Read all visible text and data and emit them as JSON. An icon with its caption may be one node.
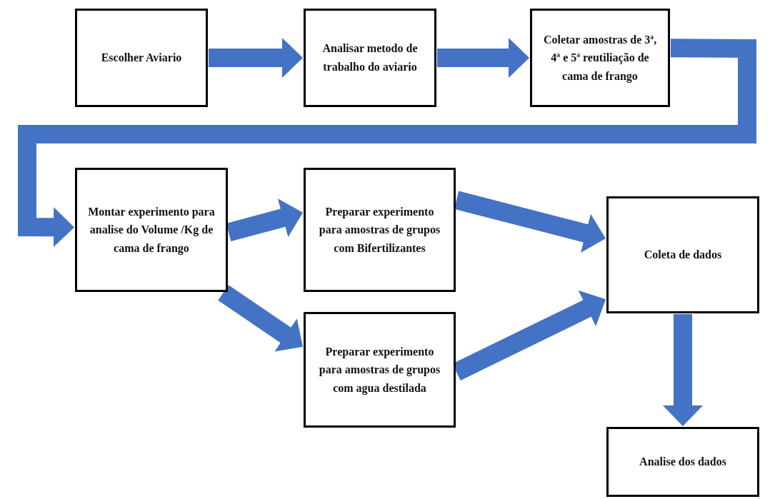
{
  "diagram": {
    "nodes": [
      {
        "text": [
          "Escolher Aviario"
        ]
      },
      {
        "text": [
          "Analisar metodo de trabalho do aviario"
        ]
      },
      {
        "text": [
          "Coletar amostras de 3ª, 4ª e 5ª reutiliação de cama de frango"
        ]
      },
      {
        "text": [
          "Montar experimento para analise do Volume /Kg de cama de frango"
        ]
      },
      {
        "text": [
          "Preparar experimento para amostras de grupos com Bifertilizantes"
        ]
      },
      {
        "text": [
          "Preparar experimento para amostras de grupos com agua destilada"
        ]
      },
      {
        "text": [
          "Coleta de dados"
        ]
      },
      {
        "text": [
          "Analise dos dados"
        ]
      }
    ],
    "edges": [
      {
        "from": 0,
        "to": 1,
        "arrow": "to"
      },
      {
        "from": 1,
        "to": 2,
        "arrow": "to"
      },
      {
        "from": 2,
        "to": 3,
        "arrow": "to"
      },
      {
        "from": 3,
        "to": 4,
        "arrow": "to"
      },
      {
        "from": 3,
        "to": 5,
        "arrow": "to"
      },
      {
        "from": 4,
        "to": 6,
        "arrow": "to"
      },
      {
        "from": 5,
        "to": 6,
        "arrow": "to"
      },
      {
        "from": 6,
        "to": 7,
        "arrow": "to"
      }
    ]
  }
}
